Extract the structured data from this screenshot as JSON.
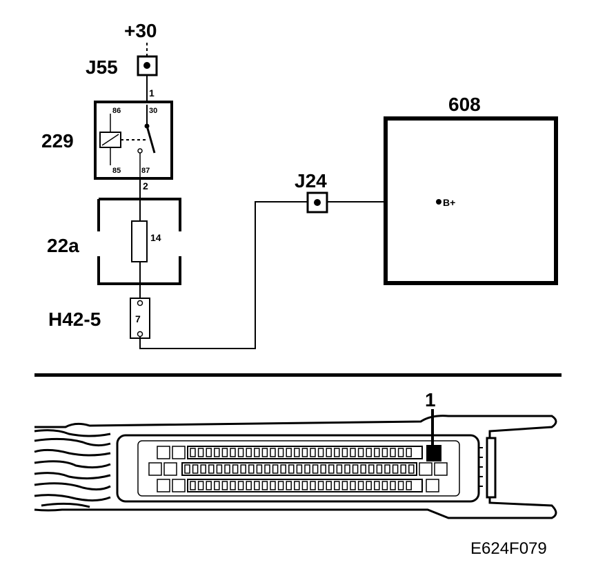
{
  "labels": {
    "supply": "+30",
    "splice_j55": "J55",
    "relay": "229",
    "fuse_box": "22a",
    "connector": "H42-5",
    "splice_j24": "J24",
    "control_unit": "608",
    "figure_id": "E624F079",
    "callout": "1"
  },
  "pins": {
    "wire_upper": "1",
    "wire_lower": "2",
    "relay_86": "86",
    "relay_30": "30",
    "relay_85": "85",
    "relay_87": "87",
    "fuse_number": "14",
    "connector_pin": "7",
    "cu_pin": "1",
    "cu_terminal": "B+"
  },
  "colors": {
    "ink": "#000000",
    "background": "#ffffff"
  }
}
